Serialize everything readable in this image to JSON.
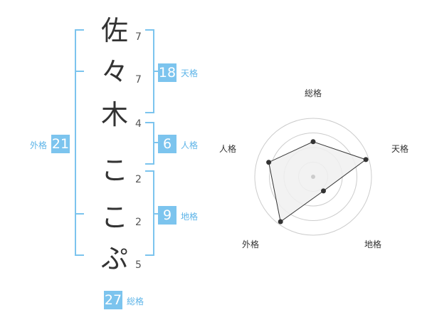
{
  "name": {
    "characters": [
      {
        "char": "佐",
        "strokes": "7"
      },
      {
        "char": "々",
        "strokes": "7"
      },
      {
        "char": "木",
        "strokes": "4"
      },
      {
        "char": "こ",
        "strokes": "2"
      },
      {
        "char": "こ",
        "strokes": "2"
      },
      {
        "char": "ぷ",
        "strokes": "5"
      }
    ]
  },
  "kakusu": {
    "tenkaku": {
      "value": "18",
      "label": "天格"
    },
    "jinkaku": {
      "value": "6",
      "label": "人格"
    },
    "chikaku": {
      "value": "9",
      "label": "地格"
    },
    "gaikaku": {
      "value": "21",
      "label": "外格"
    },
    "soukaku": {
      "value": "27",
      "label": "総格"
    }
  },
  "chart_data": {
    "type": "radar",
    "axes": [
      "総格",
      "天格",
      "地格",
      "外格",
      "人格"
    ],
    "values": [
      0.6,
      0.95,
      0.3,
      0.95,
      0.8
    ],
    "range": [
      0,
      1
    ],
    "rings": 4,
    "colors": {
      "fill": "#f0f0f0",
      "line": "#333333",
      "ring": "#cccccc",
      "accent": "#7cc4ee"
    }
  }
}
